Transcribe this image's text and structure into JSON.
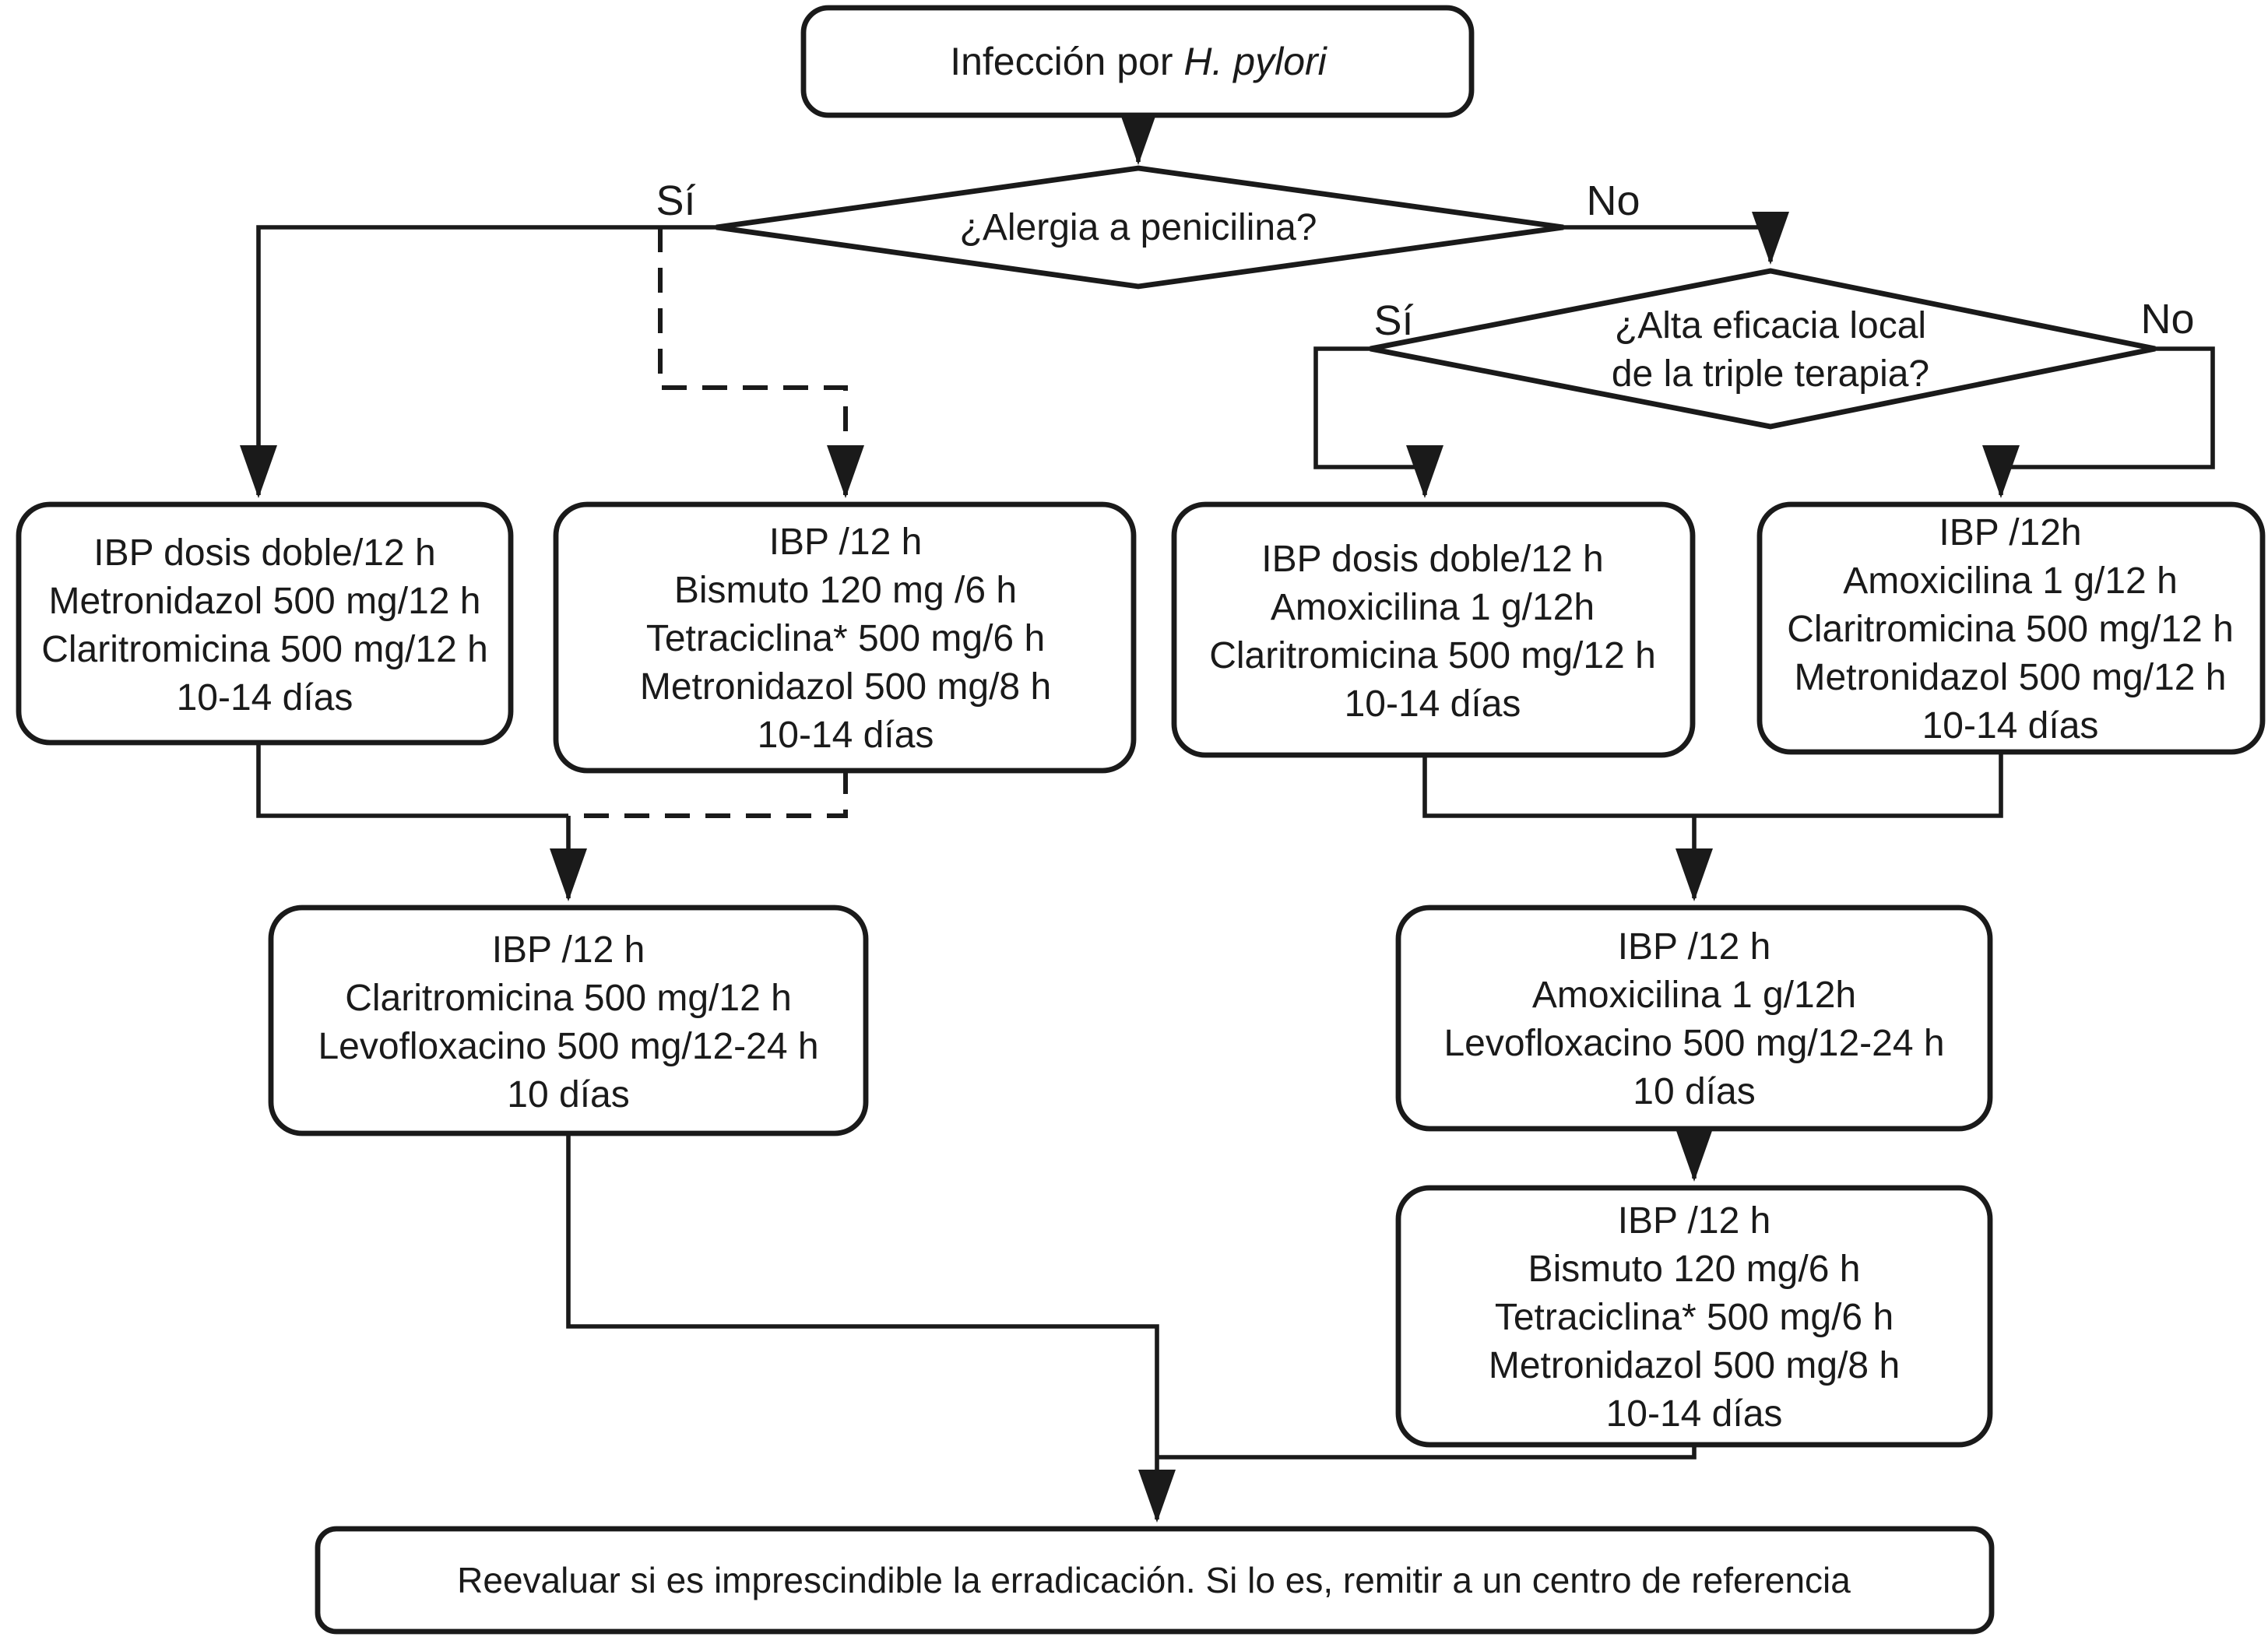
{
  "colors": {
    "ink": "#1a1a1a",
    "background": "#ffffff"
  },
  "flow": {
    "title": {
      "prefix": "Infección por ",
      "species": "H. pylori"
    },
    "decisions": {
      "allergy": "¿Alergia a penicilina?",
      "efficacy_line1": "¿Alta eficacia local",
      "efficacy_line2": "de la triple terapia?"
    },
    "labels": {
      "allergy_yes": "Sí",
      "allergy_no": "No",
      "efficacy_yes": "Sí",
      "efficacy_no": "No"
    },
    "boxes": {
      "a": {
        "lines": [
          "IBP dosis doble/12 h",
          "Metronidazol 500 mg/12 h",
          "Claritromicina 500 mg/12 h",
          "10-14 días"
        ]
      },
      "b": {
        "lines": [
          "IBP /12 h",
          "Bismuto 120 mg /6 h",
          "Tetraciclina* 500 mg/6 h",
          "Metronidazol 500 mg/8 h",
          "10-14 días"
        ]
      },
      "c": {
        "lines": [
          "IBP dosis doble/12 h",
          "Amoxicilina 1 g/12h",
          "Claritromicina 500 mg/12 h",
          "10-14 días"
        ]
      },
      "d": {
        "lines": [
          "IBP /12h",
          "Amoxicilina 1 g/12 h",
          "Claritromicina 500 mg/12 h",
          "Metronidazol 500 mg/12 h",
          "10-14 días"
        ]
      },
      "e": {
        "lines": [
          "IBP /12 h",
          "Claritromicina 500 mg/12 h",
          "Levofloxacino 500 mg/12-24 h",
          "10 días"
        ]
      },
      "f": {
        "lines": [
          "IBP /12 h",
          "Amoxicilina 1 g/12h",
          "Levofloxacino 500 mg/12-24 h",
          "10 días"
        ]
      },
      "g": {
        "lines": [
          "IBP /12 h",
          "Bismuto 120 mg/6 h",
          "Tetraciclina* 500 mg/6 h",
          "Metronidazol 500 mg/8 h",
          "10-14 días"
        ]
      }
    },
    "footer": "Reevaluar si es imprescindible la erradicación. Si lo es, remitir a un centro de referencia"
  }
}
